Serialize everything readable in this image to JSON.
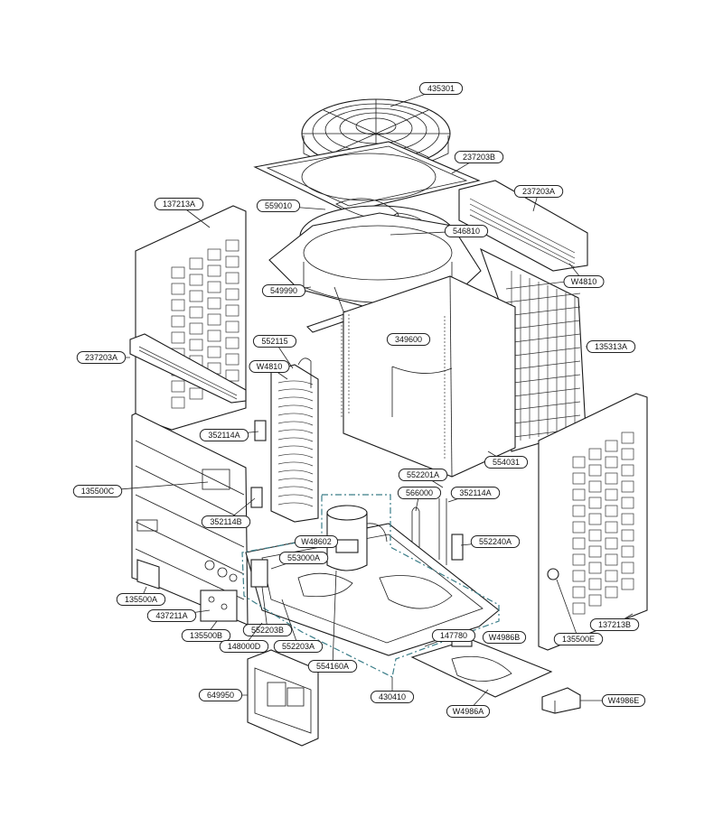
{
  "diagram": {
    "callouts": [
      {
        "id": "435301"
      },
      {
        "id": "237203B"
      },
      {
        "id": "237203A"
      },
      {
        "id": "137213A"
      },
      {
        "id": "559010"
      },
      {
        "id": "546810"
      },
      {
        "id": "549990"
      },
      {
        "id": "W4810"
      },
      {
        "id": "552115"
      },
      {
        "id": "349600"
      },
      {
        "id": "135313A"
      },
      {
        "id": "237203A"
      },
      {
        "id": "W4810"
      },
      {
        "id": "352114A"
      },
      {
        "id": "554031"
      },
      {
        "id": "552201A"
      },
      {
        "id": "135500C"
      },
      {
        "id": "566000"
      },
      {
        "id": "352114A"
      },
      {
        "id": "352114B"
      },
      {
        "id": "W48602"
      },
      {
        "id": "552240A"
      },
      {
        "id": "553000A"
      },
      {
        "id": "135500A"
      },
      {
        "id": "437211A"
      },
      {
        "id": "552203B"
      },
      {
        "id": "135500B"
      },
      {
        "id": "148000D"
      },
      {
        "id": "552203A"
      },
      {
        "id": "147780"
      },
      {
        "id": "W4986B"
      },
      {
        "id": "554160A"
      },
      {
        "id": "137213B"
      },
      {
        "id": "135500E"
      },
      {
        "id": "649950"
      },
      {
        "id": "430410"
      },
      {
        "id": "W4986A"
      },
      {
        "id": "W4986E"
      }
    ]
  }
}
